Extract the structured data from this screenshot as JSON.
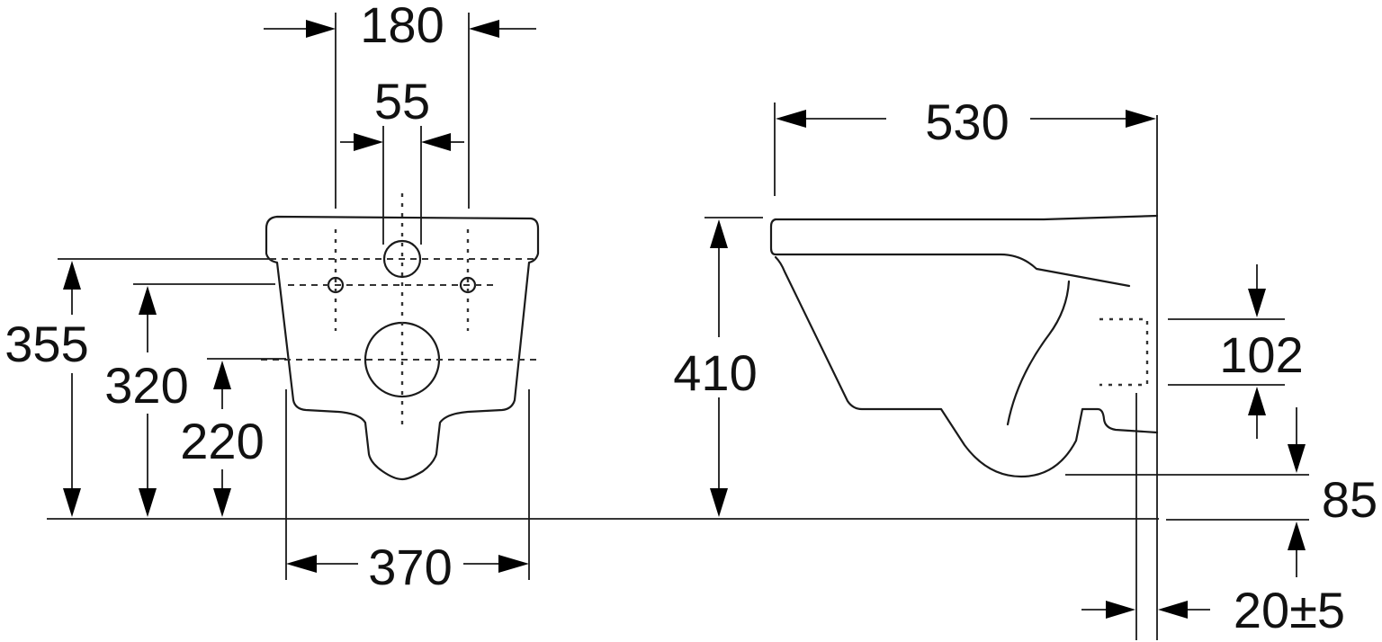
{
  "diagram": {
    "subject": "Wall-hung toilet dimension drawing",
    "colors": {
      "line": "#1a1a1a",
      "background": "#ffffff"
    },
    "front_view": {
      "dimensions": {
        "bolt_spacing": "180",
        "inlet_width": "55",
        "total_width": "370",
        "height_top": "355",
        "height_bolts": "320",
        "height_outlet": "220"
      }
    },
    "side_view": {
      "dimensions": {
        "depth": "530",
        "height": "410",
        "outlet_size": "102",
        "outlet_offset": "85",
        "wall_gap": "20±5"
      }
    }
  }
}
